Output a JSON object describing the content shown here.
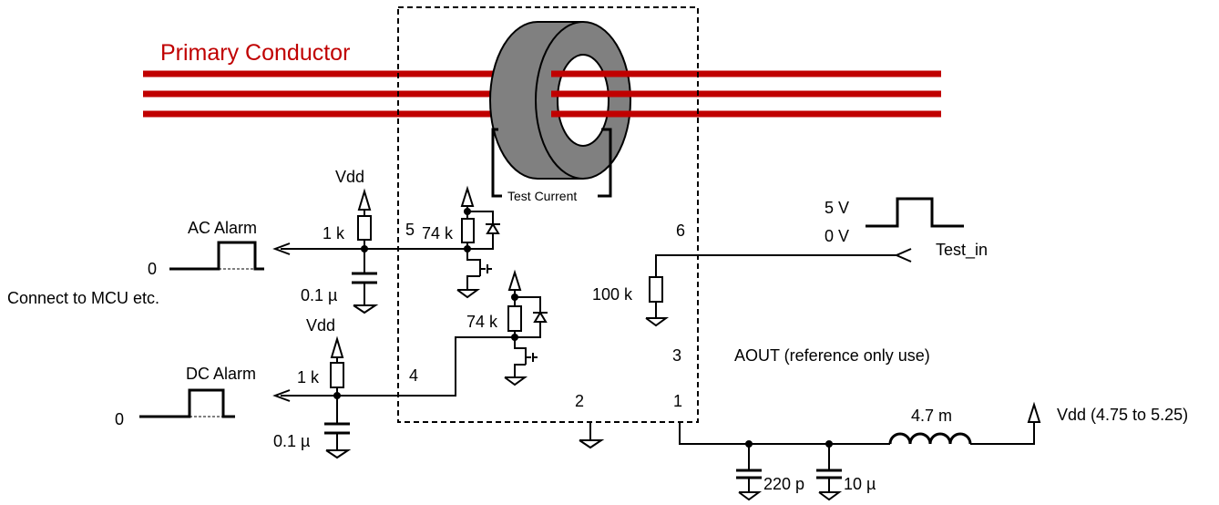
{
  "title": "Primary Conductor",
  "test_current": "Test Current",
  "labels": {
    "vdd_ac": "Vdd",
    "vdd_dc": "Vdd",
    "ac_alarm": "AC Alarm",
    "dc_alarm": "DC Alarm",
    "zero_ac": "0",
    "zero_dc": "0",
    "connect": "Connect to MCU etc.",
    "r_ac": "1 k",
    "r_dc": "1 k",
    "c_ac": "0.1 µ",
    "c_dc": "0.1 µ",
    "r74_1": "74 k",
    "r74_2": "74 k",
    "r100k": "100 k",
    "pin5": "5",
    "pin4": "4",
    "pin6": "6",
    "pin3": "3",
    "pin2": "2",
    "pin1": "1",
    "v5": "5 V",
    "v0": "0 V",
    "test_in": "Test_in",
    "aout": "AOUT (reference only use)",
    "l": "4.7 m",
    "vdd_range": "Vdd (4.75 to 5.25)",
    "c220": "220 p",
    "c10": "10 µ"
  },
  "colors": {
    "conductor": "#c00000",
    "core": "#808080",
    "wire": "#000000"
  }
}
